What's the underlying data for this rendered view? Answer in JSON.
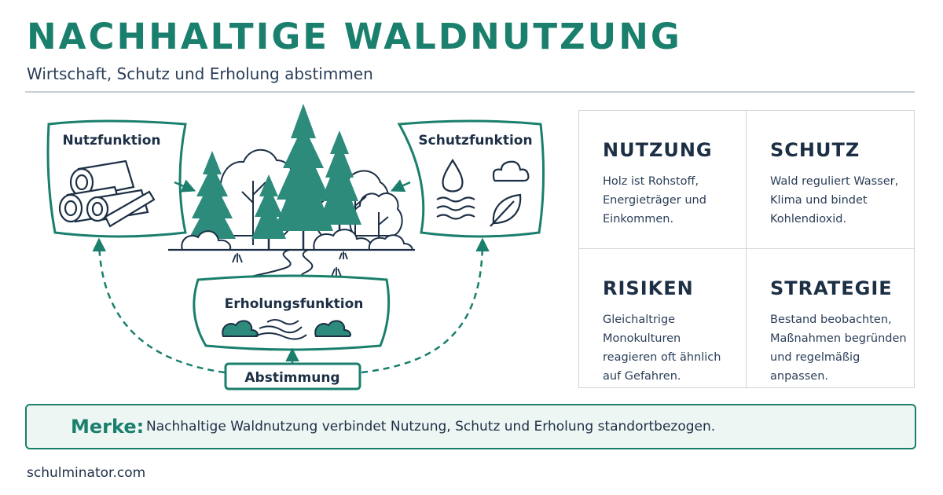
{
  "header": {
    "title": "NACHHALTIGE WALDNUTZUNG",
    "subtitle": "Wirtschaft, Schutz und Erholung abstimmen"
  },
  "diagram": {
    "nutzfunktion": "Nutzfunktion",
    "schutzfunktion": "Schutzfunktion",
    "erholungsfunktion": "Erholungsfunktion",
    "abstimmung": "Abstimmung"
  },
  "cards": [
    {
      "heading": "NUTZUNG",
      "text": "Holz ist Rohstoff,\nEnergieträger und\nEinkommen."
    },
    {
      "heading": "SCHUTZ",
      "text": "Wald reguliert Wasser,\nKlima und bindet\nKohlendioxid."
    },
    {
      "heading": "RISIKEN",
      "text": "Gleichaltrige Monokulturen\nreagieren oft ähnlich\nauf Gefahren."
    },
    {
      "heading": "STRATEGIE",
      "text": "Bestand beobachten,\nMaßnahmen begründen\nund regelmäßig anpassen."
    }
  ],
  "merke": {
    "label": "Merke:",
    "text": "Nachhaltige Waldnutzung verbindet Nutzung, Schutz und Erholung standortbezogen."
  },
  "footer": "schulminator.com",
  "colors": {
    "accent": "#1a7f6c",
    "ink": "#1c2f45",
    "tree": "#2d8b7c"
  },
  "icons": [
    "logs-icon",
    "water-drop-icon",
    "waves-icon",
    "cloud-icon",
    "leaf-icon",
    "forest-icon",
    "bush-icon",
    "path-icon",
    "arrow-icon"
  ]
}
